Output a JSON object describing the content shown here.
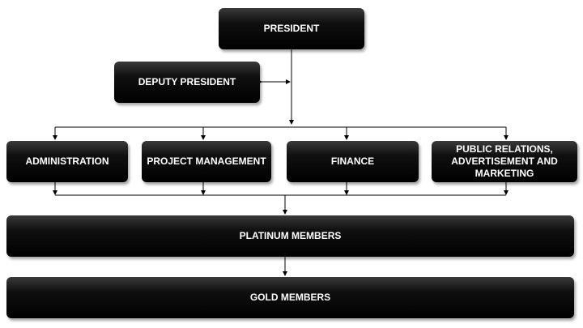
{
  "nodes": {
    "president": "PRESIDENT",
    "deputy_president": "DEPUTY PRESIDENT",
    "administration": "ADMINISTRATION",
    "project_management": "PROJECT MANAGEMENT",
    "finance": "FINANCE",
    "public_relations": "PUBLIC RELATIONS, ADVERTISEMENT AND MARKETING",
    "platinum_members": "PLATINUM MEMBERS",
    "gold_members": "GOLD MEMBERS"
  },
  "colors": {
    "box_fill": "#000000",
    "box_text": "#ffffff",
    "connector": "#000000"
  }
}
